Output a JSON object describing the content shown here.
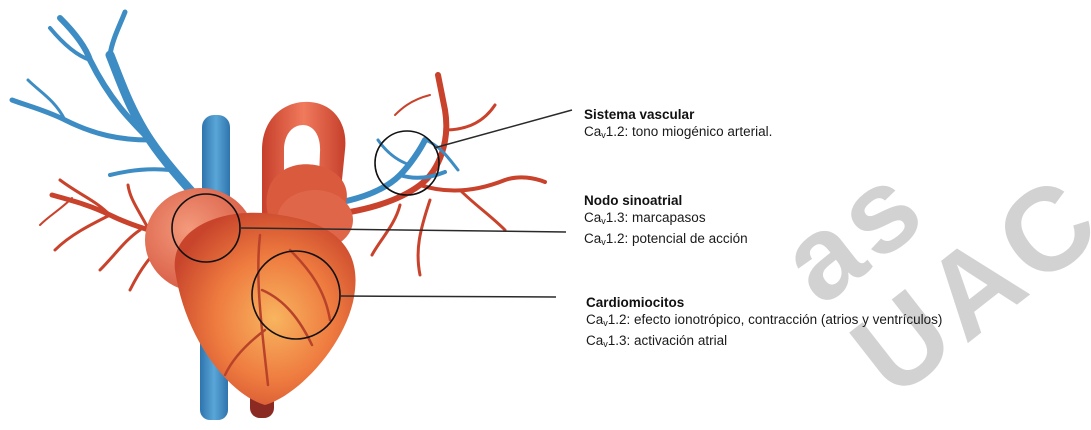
{
  "colors": {
    "artery": "#c9422c",
    "vein": "#3d8cc4",
    "heart_body": "#e8653a",
    "heart_light": "#f6a55a",
    "line": "#2a2a2a"
  },
  "watermark": "as UAC",
  "annotations": [
    {
      "key": "vascular",
      "title": "Sistema vascular",
      "lines": [
        {
          "prefix": "Ca",
          "sub": "v",
          "text": "1.2: tono miogénico arterial."
        }
      ]
    },
    {
      "key": "sinoatrial",
      "title": "Nodo sinoatrial",
      "lines": [
        {
          "prefix": "Ca",
          "sub": "v",
          "text": "1.3: marcapasos"
        },
        {
          "prefix": "Ca",
          "sub": "v",
          "text": "1.2: potencial de acción"
        }
      ]
    },
    {
      "key": "cardio",
      "title": "Cardiomiocitos",
      "lines": [
        {
          "prefix": "Ca",
          "sub": "v",
          "text": "1.2: efecto ionotrópico, contracción (atrios y ventrículos)"
        },
        {
          "prefix": "Ca",
          "sub": "v",
          "text": "1.3: activación atrial"
        }
      ]
    }
  ]
}
